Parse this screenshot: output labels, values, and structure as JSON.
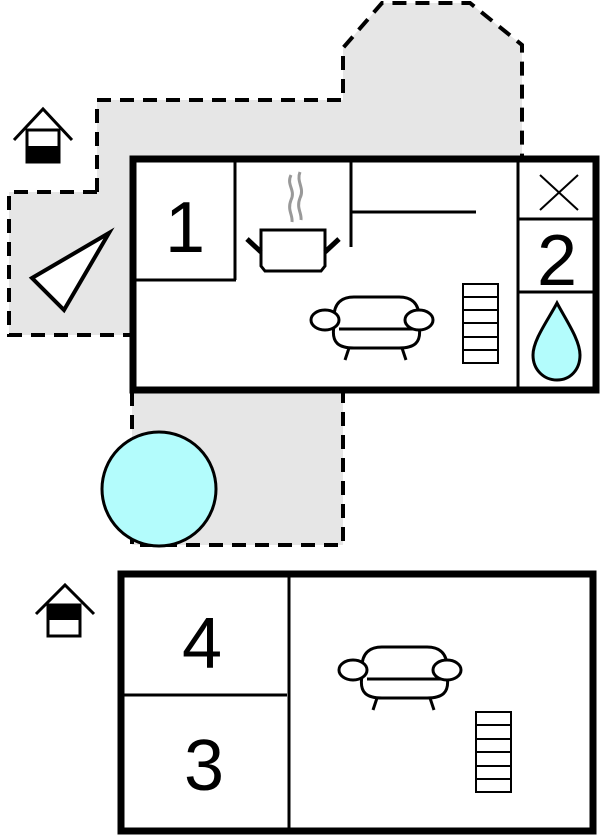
{
  "floor_plan": {
    "colors": {
      "wall": "#000000",
      "terrace_fill": "#e6e6e6",
      "water": "#b3fcfc",
      "steam": "#999999",
      "background": "#ffffff"
    },
    "upper_floor": {
      "level_icon": "house-ground-floor-icon",
      "rooms": [
        {
          "id": "room-1",
          "label": "1"
        },
        {
          "id": "room-2",
          "label": "2"
        }
      ],
      "icons": [
        "cooking-pot-icon",
        "sofa-icon",
        "stairs-icon",
        "close-x-icon",
        "water-drop-icon",
        "direction-triangle-icon",
        "pool-circle-icon"
      ]
    },
    "lower_floor": {
      "level_icon": "house-upper-floor-icon",
      "rooms": [
        {
          "id": "room-4",
          "label": "4"
        },
        {
          "id": "room-3",
          "label": "3"
        }
      ],
      "icons": [
        "sofa-icon",
        "stairs-icon"
      ]
    }
  }
}
